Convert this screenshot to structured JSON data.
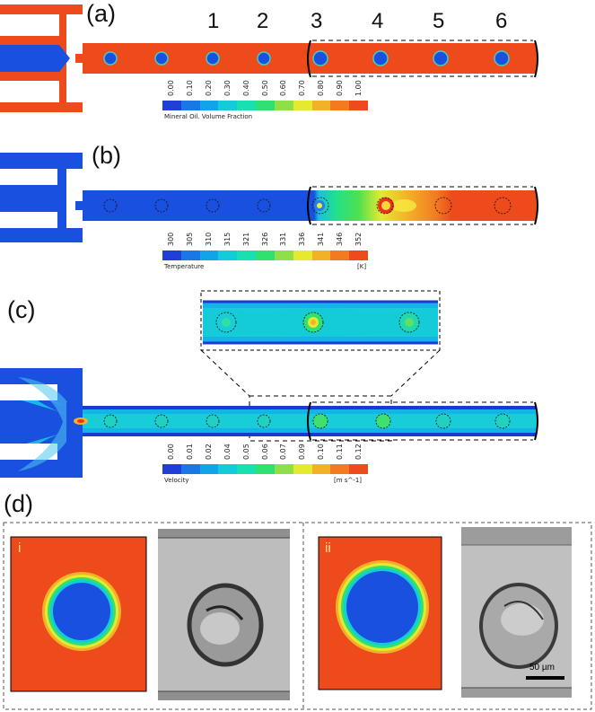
{
  "panels": {
    "a": {
      "label": "(a)",
      "droplet_numbers": [
        "1",
        "2",
        "3",
        "4",
        "5",
        "6"
      ],
      "colorbar": {
        "title": "Mineral Oil. Volume Fraction",
        "ticks": [
          "0.00",
          "0.10",
          "0.20",
          "0.30",
          "0.40",
          "0.50",
          "0.60",
          "0.70",
          "0.80",
          "0.90",
          "1.00"
        ]
      }
    },
    "b": {
      "label": "(b)",
      "colorbar": {
        "title": "Temperature",
        "unit": "[K]",
        "ticks": [
          "300",
          "305",
          "310",
          "315",
          "321",
          "326",
          "331",
          "336",
          "341",
          "346",
          "352"
        ]
      }
    },
    "c": {
      "label": "(c)",
      "colorbar": {
        "title": "Velocity",
        "unit": "[m s^-1]",
        "ticks": [
          "0.00",
          "0.01",
          "0.02",
          "0.04",
          "0.05",
          "0.06",
          "0.07",
          "0.09",
          "0.10",
          "0.11",
          "0.12"
        ]
      }
    },
    "d": {
      "label": "(d)",
      "sub_i": "i",
      "sub_ii": "ii",
      "scale_bar": "50 µm"
    }
  },
  "colors": {
    "red": "#ee4b1c",
    "blue": "#1a50e0",
    "colormap": [
      "#1f3fd6",
      "#1a78e6",
      "#12a4e8",
      "#14ccd8",
      "#18e0b0",
      "#30e070",
      "#8ee048",
      "#e4ea30",
      "#f2b228",
      "#f27a20",
      "#ee4b1c"
    ]
  }
}
